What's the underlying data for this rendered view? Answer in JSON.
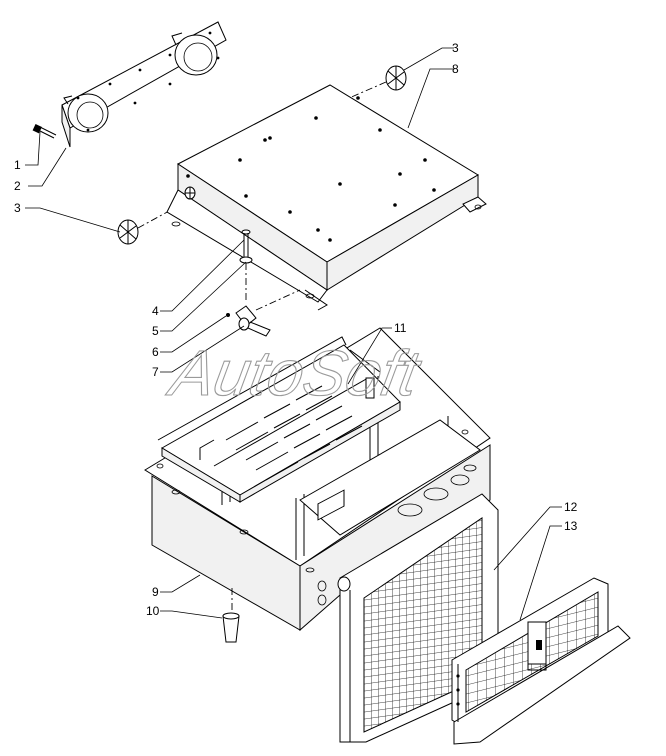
{
  "watermark": "AutoSoft",
  "callouts": {
    "c1": "1",
    "c2": "2",
    "c3a": "3",
    "c3b": "3",
    "c4": "4",
    "c5": "5",
    "c6": "6",
    "c7": "7",
    "c8": "8",
    "c9": "9",
    "c10": "10",
    "c11": "11",
    "c12": "12",
    "c13": "13"
  }
}
